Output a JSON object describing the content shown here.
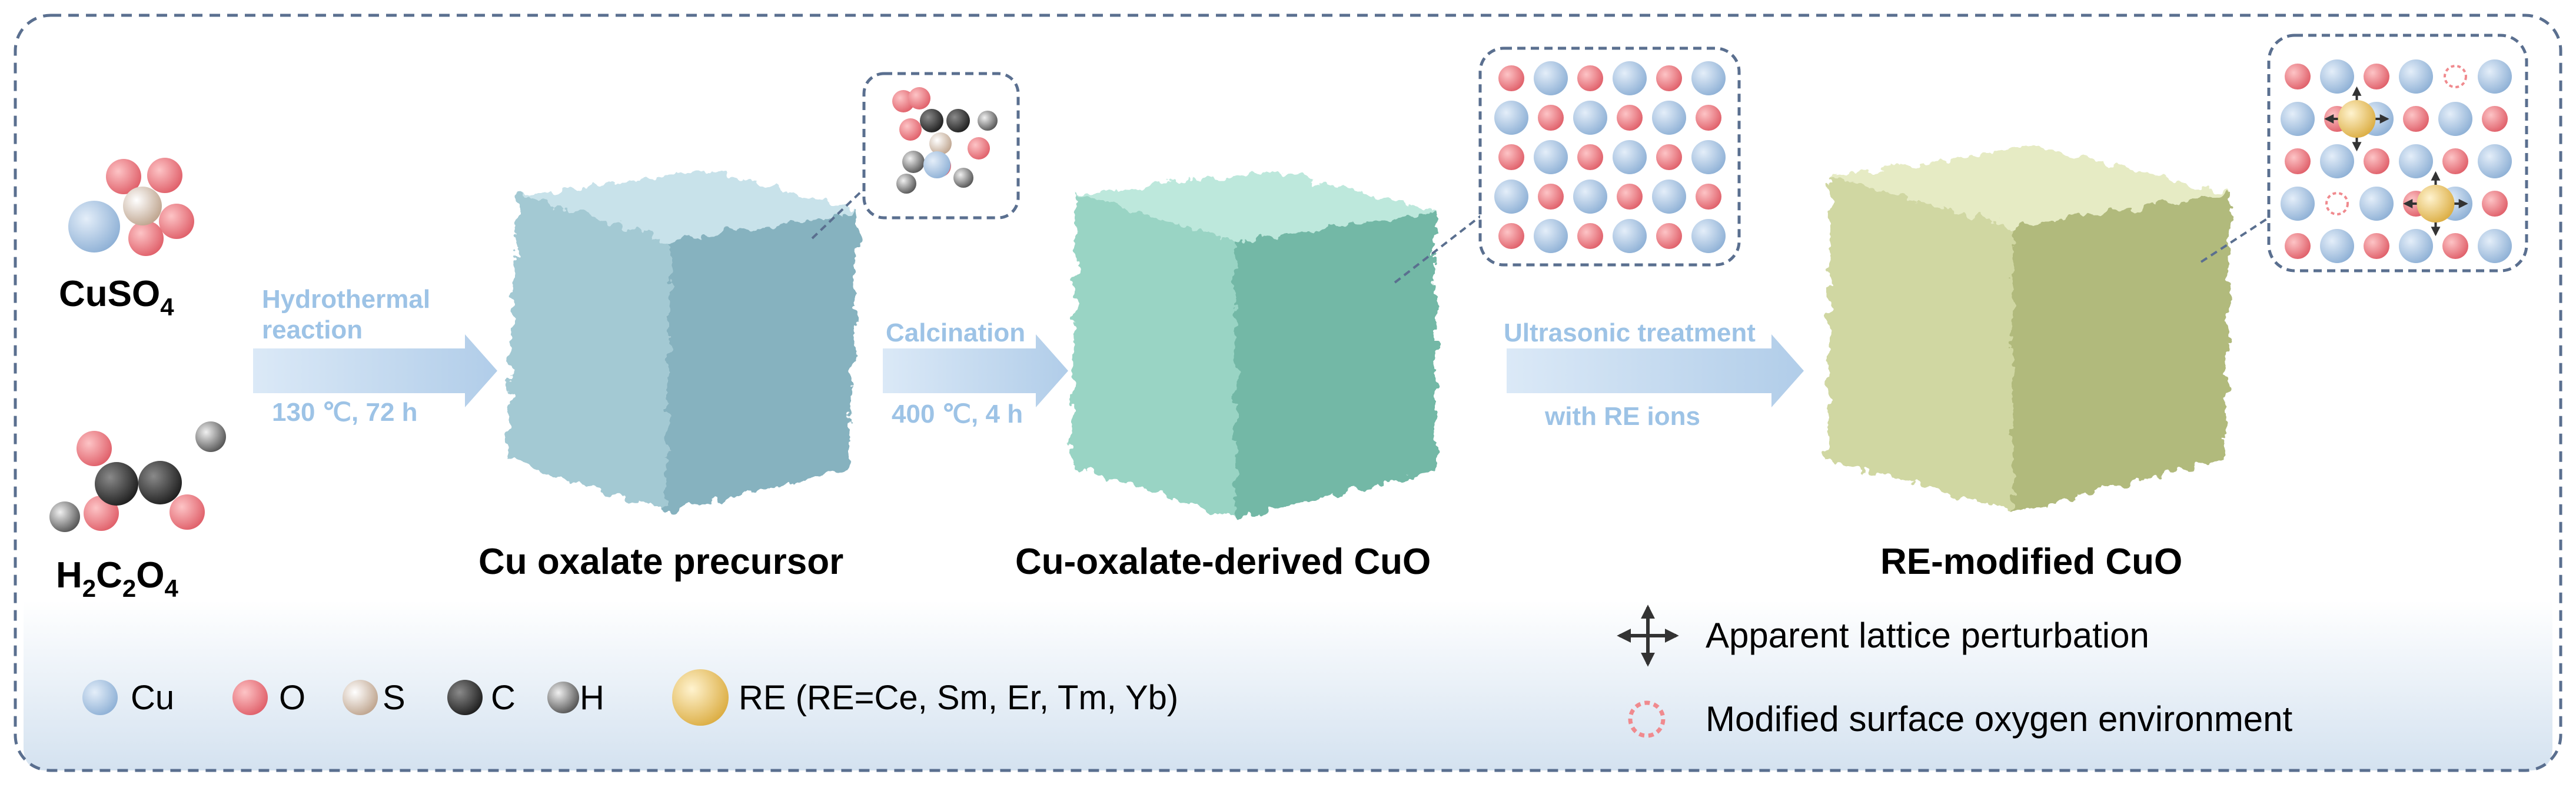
{
  "reactants": {
    "cuso4": {
      "label": "CuSO",
      "sub": "4"
    },
    "h2c2o4": {
      "parts": [
        "H",
        "2",
        "C",
        "2",
        "O",
        "4"
      ]
    }
  },
  "steps": [
    {
      "above": [
        "Hydrothermal",
        "reaction"
      ],
      "below": "130 ℃, 72 h"
    },
    {
      "above": [
        "Calcination"
      ],
      "below": "400 ℃, 4 h"
    },
    {
      "above": [
        "Ultrasonic treatment"
      ],
      "below": "with RE ions"
    }
  ],
  "products": [
    {
      "label": "Cu oxalate precursor",
      "color": "#a9cdd6"
    },
    {
      "label": "Cu-oxalate-derived CuO",
      "color": "#99d4c6"
    },
    {
      "label": "RE-modified CuO",
      "color": "#d3d9a3"
    }
  ],
  "legend": {
    "atoms": [
      {
        "name": "Cu",
        "color": "#a6c4e4"
      },
      {
        "name": "O",
        "color": "#f08a8e"
      },
      {
        "name": "S",
        "color": "#e8d6c4"
      },
      {
        "name": "C",
        "color": "#3e3e3e"
      },
      {
        "name": "H",
        "color": "#9a9a9a"
      }
    ],
    "re": {
      "label": "RE (RE=Ce, Sm, Er, Tm, Yb)",
      "color": "#f3d27a"
    },
    "perturbation": "Apparent lattice perturbation",
    "oxygen_env": "Modified surface oxygen environment"
  },
  "colors": {
    "border": "#5a6f8f",
    "arrow": "#bcd5ef",
    "cu": "#a6c4e4",
    "o": "#f08a8e",
    "re": "#f3d27a"
  }
}
